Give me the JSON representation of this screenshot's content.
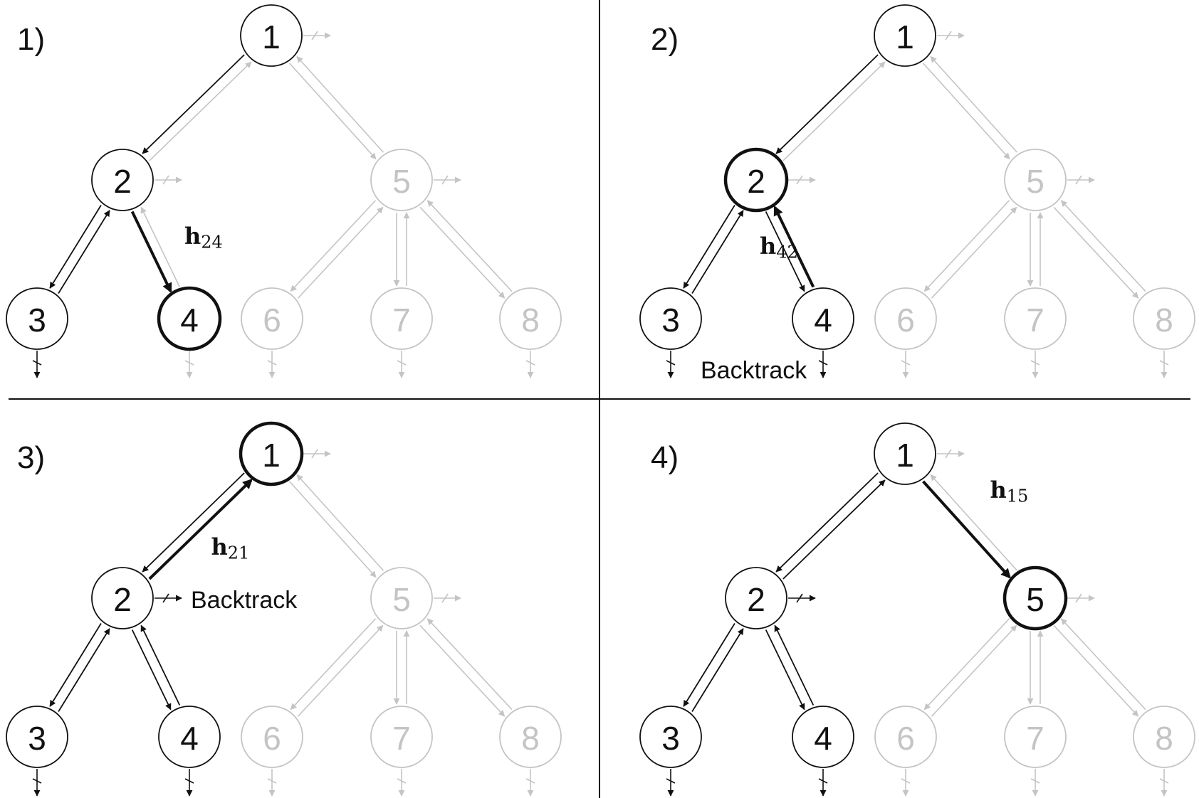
{
  "colors": {
    "active": "#111111",
    "inactive": "#c4c4c4",
    "background": "#ffffff"
  },
  "tree": {
    "nodes": [
      {
        "id": "1",
        "label": "1"
      },
      {
        "id": "2",
        "label": "2"
      },
      {
        "id": "3",
        "label": "3"
      },
      {
        "id": "4",
        "label": "4"
      },
      {
        "id": "5",
        "label": "5"
      },
      {
        "id": "6",
        "label": "6"
      },
      {
        "id": "7",
        "label": "7"
      },
      {
        "id": "8",
        "label": "8"
      }
    ],
    "edges": [
      [
        "1",
        "2"
      ],
      [
        "2",
        "3"
      ],
      [
        "2",
        "4"
      ],
      [
        "1",
        "5"
      ],
      [
        "5",
        "6"
      ],
      [
        "5",
        "7"
      ],
      [
        "5",
        "8"
      ]
    ]
  },
  "panels": [
    {
      "label": "1)",
      "highlight": "4",
      "active_nodes": [
        "1",
        "2",
        "3",
        "4"
      ],
      "active_arrows": [
        [
          "1",
          "2"
        ],
        [
          "2",
          "3"
        ],
        [
          "3",
          "2"
        ]
      ],
      "bold_arrow": {
        "from": "2",
        "to": "4",
        "label_main": "h",
        "label_sub": "24"
      },
      "active_stubs": [
        "3"
      ],
      "annotations": []
    },
    {
      "label": "2)",
      "highlight": "2",
      "active_nodes": [
        "1",
        "2",
        "3",
        "4"
      ],
      "active_arrows": [
        [
          "1",
          "2"
        ],
        [
          "2",
          "3"
        ],
        [
          "3",
          "2"
        ],
        [
          "2",
          "4"
        ]
      ],
      "bold_arrow": {
        "from": "4",
        "to": "2",
        "label_main": "h",
        "label_sub": "42"
      },
      "active_stubs": [
        "3",
        "4"
      ],
      "annotations": [
        {
          "text": "Backtrack",
          "near": "4"
        }
      ]
    },
    {
      "label": "3)",
      "highlight": "1",
      "active_nodes": [
        "1",
        "2",
        "3",
        "4"
      ],
      "active_arrows": [
        [
          "1",
          "2"
        ],
        [
          "2",
          "3"
        ],
        [
          "3",
          "2"
        ],
        [
          "2",
          "4"
        ],
        [
          "4",
          "2"
        ]
      ],
      "bold_arrow": {
        "from": "2",
        "to": "1",
        "label_main": "h",
        "label_sub": "21"
      },
      "active_stubs": [
        "3",
        "4",
        "2"
      ],
      "annotations": [
        {
          "text": "Backtrack",
          "near": "2"
        }
      ]
    },
    {
      "label": "4)",
      "highlight": "5",
      "active_nodes": [
        "1",
        "2",
        "3",
        "4",
        "5"
      ],
      "active_arrows": [
        [
          "1",
          "2"
        ],
        [
          "2",
          "1"
        ],
        [
          "2",
          "3"
        ],
        [
          "3",
          "2"
        ],
        [
          "2",
          "4"
        ],
        [
          "4",
          "2"
        ]
      ],
      "bold_arrow": {
        "from": "1",
        "to": "5",
        "label_main": "h",
        "label_sub": "15"
      },
      "active_stubs": [
        "3",
        "4",
        "2"
      ],
      "annotations": []
    }
  ]
}
